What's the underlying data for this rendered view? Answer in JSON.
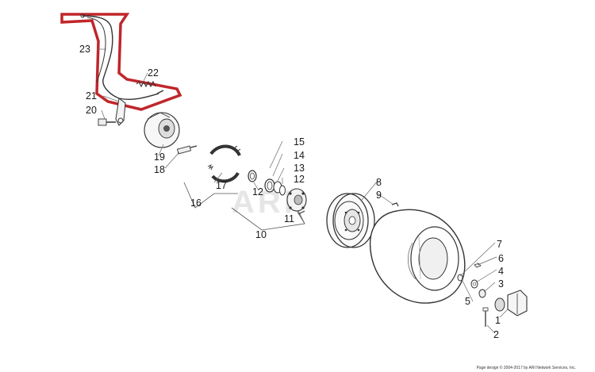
{
  "diagram": {
    "watermark": "ARI",
    "footer": "Page design © 2004-2017 by ARI Network Services, Inc.",
    "highlight_color": "#c0262b",
    "callouts": [
      {
        "id": "c1",
        "text": "1"
      },
      {
        "id": "c2",
        "text": "2"
      },
      {
        "id": "c3",
        "text": "3"
      },
      {
        "id": "c4",
        "text": "4"
      },
      {
        "id": "c5",
        "text": "5"
      },
      {
        "id": "c6",
        "text": "6"
      },
      {
        "id": "c7",
        "text": "7"
      },
      {
        "id": "c8",
        "text": "8"
      },
      {
        "id": "c9",
        "text": "9"
      },
      {
        "id": "c10",
        "text": "10"
      },
      {
        "id": "c11",
        "text": "11"
      },
      {
        "id": "c12a",
        "text": "12"
      },
      {
        "id": "c12b",
        "text": "12"
      },
      {
        "id": "c13",
        "text": "13"
      },
      {
        "id": "c14",
        "text": "14"
      },
      {
        "id": "c15",
        "text": "15"
      },
      {
        "id": "c16",
        "text": "16"
      },
      {
        "id": "c17",
        "text": "17"
      },
      {
        "id": "c18",
        "text": "18"
      },
      {
        "id": "c19",
        "text": "19"
      },
      {
        "id": "c20",
        "text": "20"
      },
      {
        "id": "c21",
        "text": "21"
      },
      {
        "id": "c22",
        "text": "22"
      },
      {
        "id": "c23",
        "text": "23"
      }
    ]
  }
}
